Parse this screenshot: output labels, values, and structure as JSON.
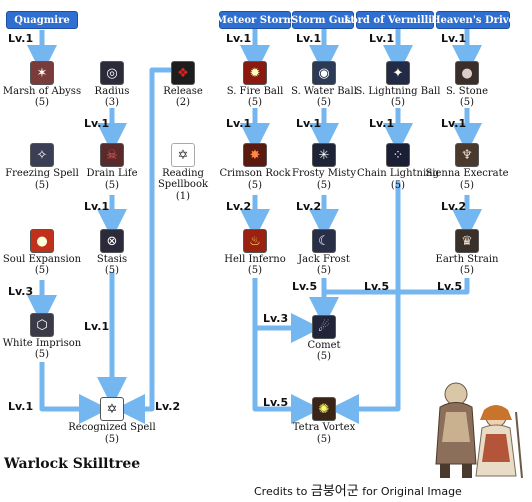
{
  "title": "Warlock Skilltree",
  "credits": {
    "prefix": "Credits to",
    "author": "금붕어군",
    "suffix": "for Original Image"
  },
  "banners": {
    "quagmire": "Quagmire",
    "meteor_storm": "Meteor Storm",
    "storm_gust": "Storm Gust",
    "lord_of_vermillion": "Lord of Vermillion",
    "heavens_drive": "Heaven's Drive"
  },
  "skills": {
    "marsh_of_abyss": {
      "name": "Marsh of Abyss",
      "level": "(5)"
    },
    "radius": {
      "name": "Radius",
      "level": "(3)"
    },
    "release": {
      "name": "Release",
      "level": "(2)"
    },
    "freezing_spell": {
      "name": "Freezing Spell",
      "level": "(5)"
    },
    "drain_life": {
      "name": "Drain Life",
      "level": "(5)"
    },
    "reading_spellbook": {
      "name": "Reading\nSpellbook",
      "level": "(1)"
    },
    "soul_expansion": {
      "name": "Soul Expansion",
      "level": "(5)"
    },
    "stasis": {
      "name": "Stasis",
      "level": "(5)"
    },
    "white_imprison": {
      "name": "White Imprison",
      "level": "(5)"
    },
    "recognized_spell": {
      "name": "Recognized Spell",
      "level": "(5)"
    },
    "fire_ball": {
      "name": "S. Fire Ball",
      "level": "(5)"
    },
    "water_ball": {
      "name": "S. Water Ball",
      "level": "(5)"
    },
    "lightning_ball": {
      "name": "S. Lightning Ball",
      "level": "(5)"
    },
    "stone": {
      "name": "S. Stone",
      "level": "(5)"
    },
    "crimson_rock": {
      "name": "Crimson Rock",
      "level": "(5)"
    },
    "frosty_misty": {
      "name": "Frosty Misty",
      "level": "(5)"
    },
    "chain_lightning": {
      "name": "Chain Lightning",
      "level": "(5)"
    },
    "sienna_execrate": {
      "name": "Sienna Execrate",
      "level": "(5)"
    },
    "hell_inferno": {
      "name": "Hell Inferno",
      "level": "(5)"
    },
    "jack_frost": {
      "name": "Jack Frost",
      "level": "(5)"
    },
    "earth_strain": {
      "name": "Earth Strain",
      "level": "(5)"
    },
    "comet": {
      "name": "Comet",
      "level": "(5)"
    },
    "tetra_vortex": {
      "name": "Tetra Vortex",
      "level": "(5)"
    }
  },
  "levels": {
    "lv1": "Lv.1",
    "lv2": "Lv.2",
    "lv3": "Lv.3",
    "lv5": "Lv.5"
  },
  "colors": {
    "connector": "#74b6f0",
    "banner": "#2f6fd0"
  }
}
